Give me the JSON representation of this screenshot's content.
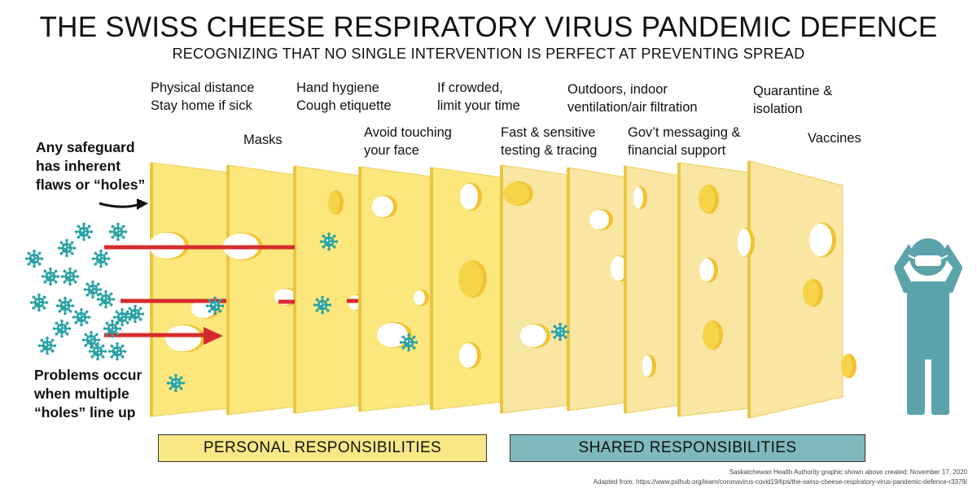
{
  "title": "THE SWISS CHEESE RESPIRATORY VIRUS PANDEMIC DEFENCE",
  "subtitle": "RECOGNIZING THAT NO SINGLE INTERVENTION IS PERFECT AT PREVENTING SPREAD",
  "layers": [
    {
      "label": "Physical distance\nStay home if sick"
    },
    {
      "label": "Masks"
    },
    {
      "label": "Hand hygiene\nCough etiquette"
    },
    {
      "label": "Avoid touching\nyour face"
    },
    {
      "label": "If crowded,\nlimit your time"
    },
    {
      "label": "Fast & sensitive\ntesting & tracing"
    },
    {
      "label": "Outdoors, indoor\nventilation/air filtration"
    },
    {
      "label": "Gov’t messaging &\nfinancial support"
    },
    {
      "label": "Quarantine &\nisolation"
    },
    {
      "label": "Vaccines"
    }
  ],
  "side_notes": {
    "top": "Any safeguard\nhas inherent\nflaws or “holes”",
    "bottom": "Problems occur\nwhen multiple\n“holes” line up"
  },
  "groups": {
    "personal": "PERSONAL RESPONSIBILITIES",
    "shared": "SHARED RESPONSIBILITIES"
  },
  "credits": {
    "line1": "Saskatchewan Health Authority graphic shown above created: November 17, 2020",
    "line2": "Adapted from: https://www.pslhub.org/learn/coronavirus-covid19/tips/the-swiss-cheese-respiratory-virus-pandemic-defence-r3379/"
  },
  "colors": {
    "personal_slice": "#fbe77c",
    "shared_slice": "#f8e6a2",
    "hole": "#ffffff",
    "hole_rim": "#f2c230",
    "virus": "#2ba3a6",
    "arrow": "#d62b2b",
    "person": "#5ba3aa",
    "personal_box": "#fae785",
    "shared_box": "#7fb9bd"
  },
  "icons": [
    "virus-icon",
    "person-icon",
    "curved-arrow-icon"
  ]
}
